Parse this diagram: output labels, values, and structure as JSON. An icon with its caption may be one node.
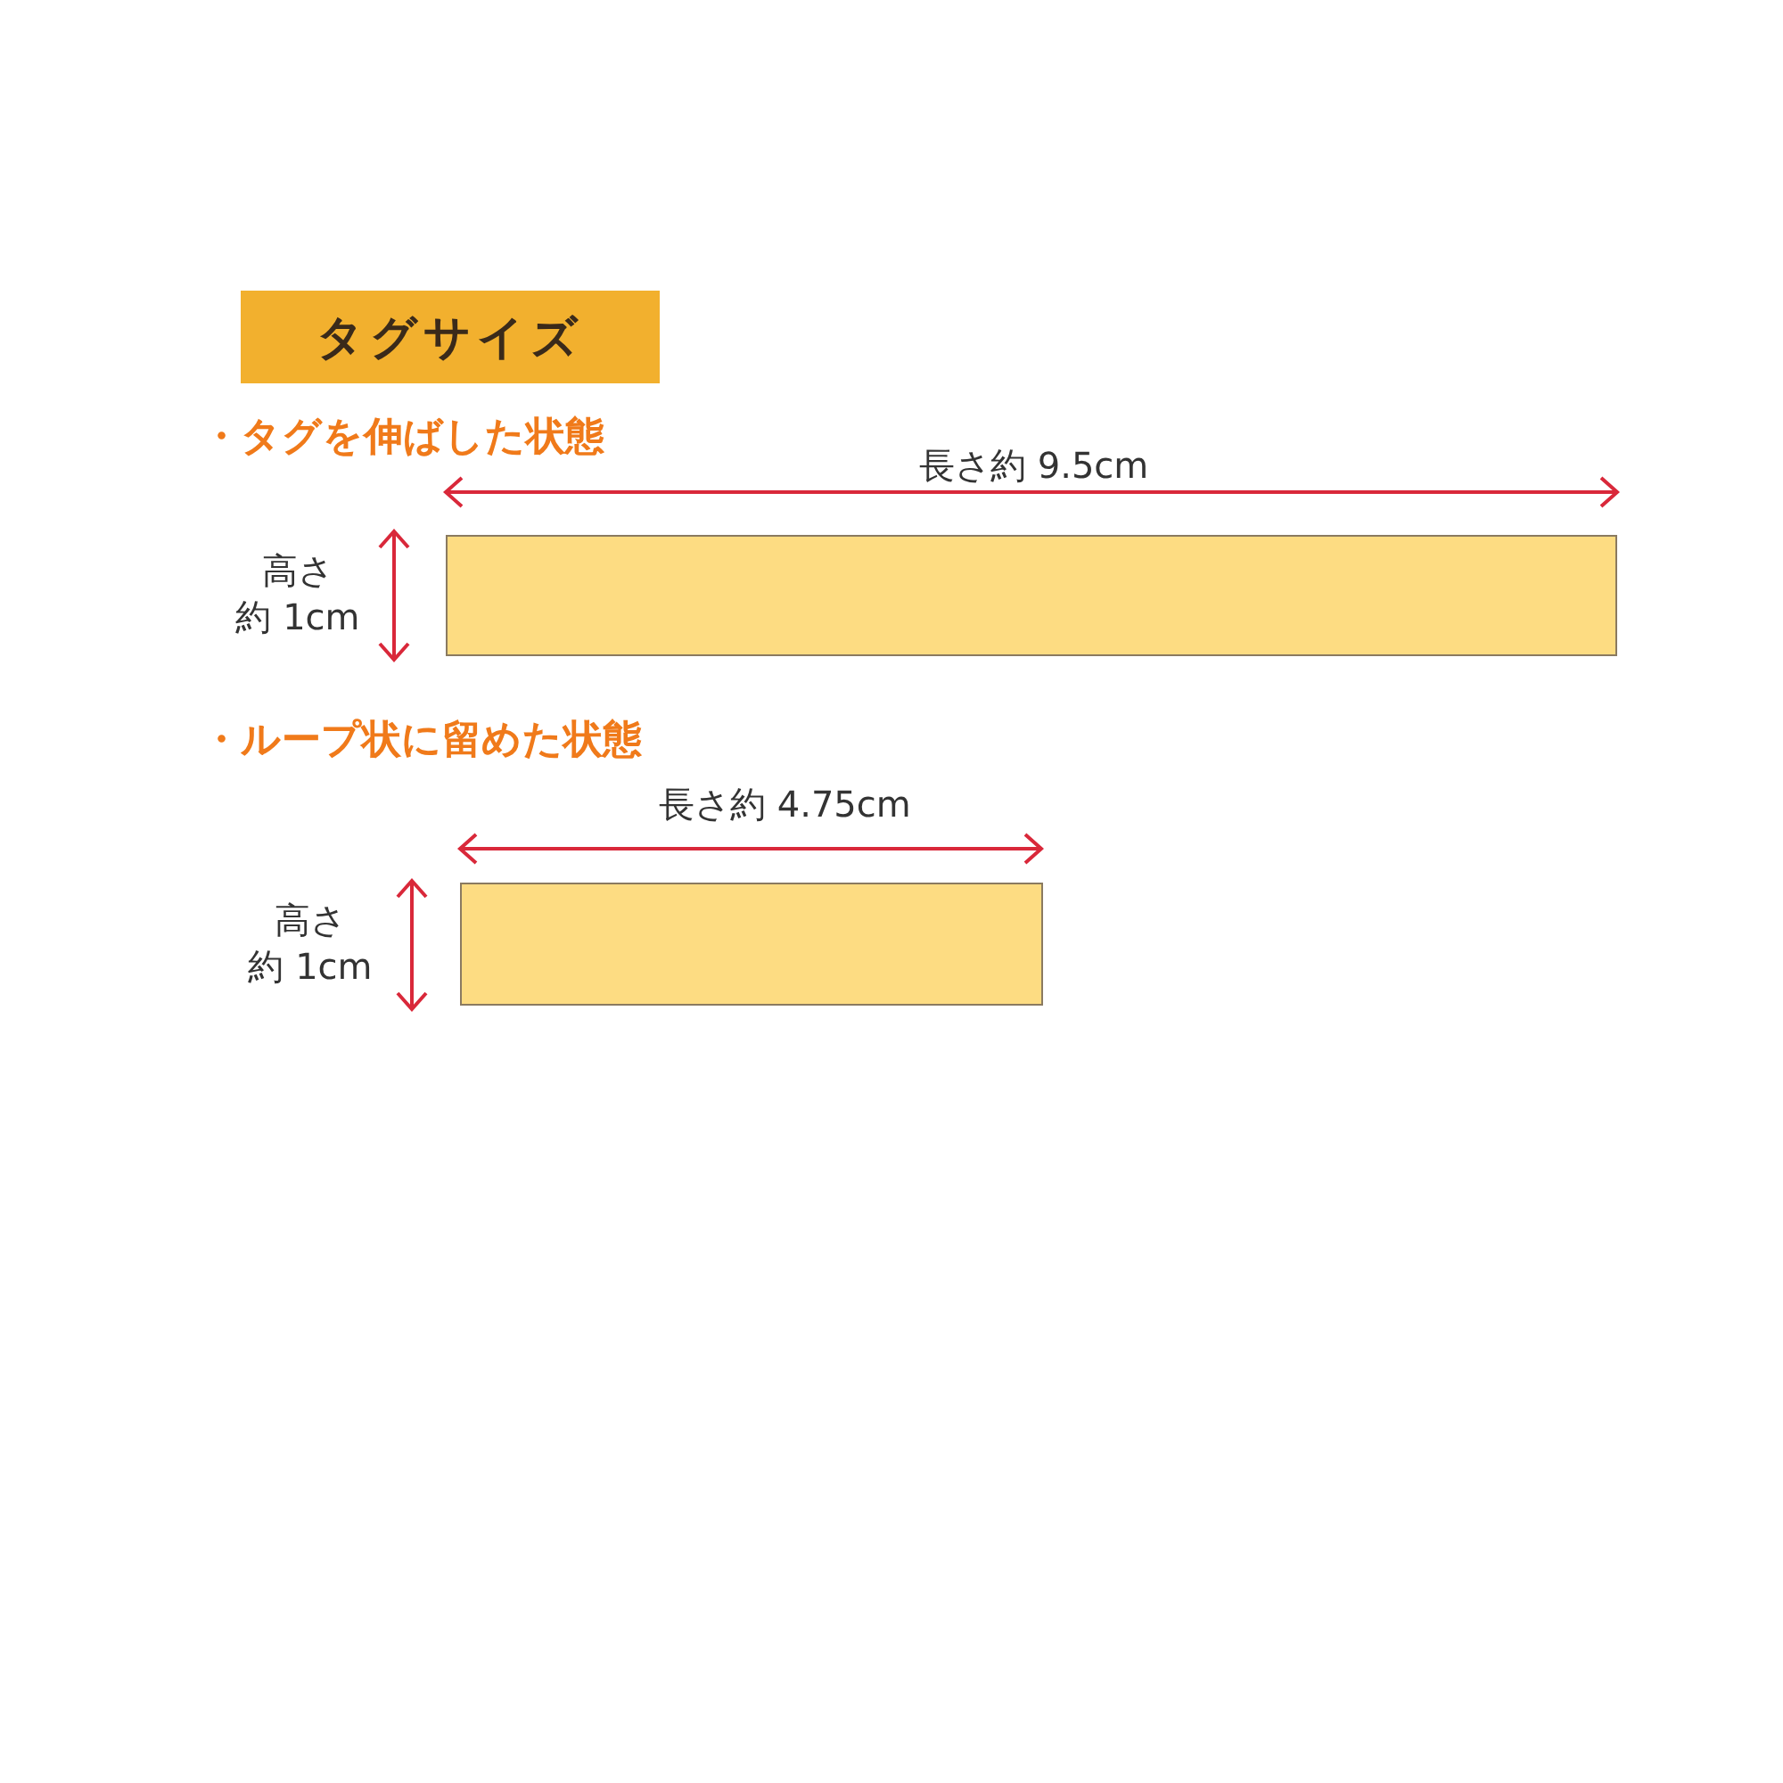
{
  "diagram": {
    "nodes": [
      {
        "text": [
          "タグサイズ"
        ]
      },
      {
        "text": [],
        "shape": "bar"
      },
      {
        "text": [],
        "shape": "bar"
      }
    ],
    "labels": [
      "・タグを伸ばした状態",
      "長さ約 9.5cm",
      "高さ約 1cm",
      "・ループ状に留めた状態",
      "長さ約 4.75cm",
      "高さ約 1cm"
    ]
  }
}
